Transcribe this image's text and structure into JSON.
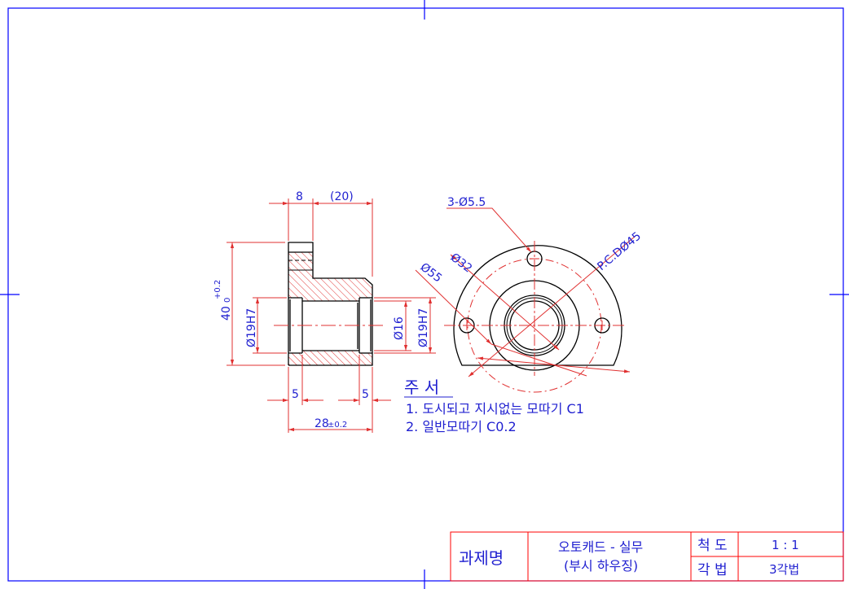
{
  "dimensions": {
    "top_8": "8",
    "top_20": "(20)",
    "height_40": "40",
    "tol_upper": "+0.2",
    "tol_lower": "0",
    "left_bore": "Ø19H7",
    "center_bore": "Ø16",
    "right_bore": "Ø19H7",
    "left_5": "5",
    "right_5": "5",
    "length_28": "28",
    "length_tol": "±0.2",
    "holes": "3-Ø5.5",
    "dia_32": "Ø32",
    "dia_55": "Ø55",
    "pcd": "P.C.DØ45"
  },
  "notes": {
    "title": "주 서",
    "line1": "1. 도시되고 지시없는 모따기 C1",
    "line2": "2. 일반모따기 C0.2"
  },
  "title_block": {
    "project_label": "과제명",
    "project_name_line1": "오토캐드 - 실무",
    "project_name_line2": "(부시 하우징)",
    "scale_label": "척 도",
    "scale_value": "1 : 1",
    "projection_label": "각 법",
    "projection_value": "3각법"
  },
  "colors": {
    "outline": "#0000ff",
    "part": "#000000",
    "hatch": "#e03030",
    "centerline": "#e03030",
    "dimension": "#e03030",
    "text": "#1f1fd0"
  }
}
